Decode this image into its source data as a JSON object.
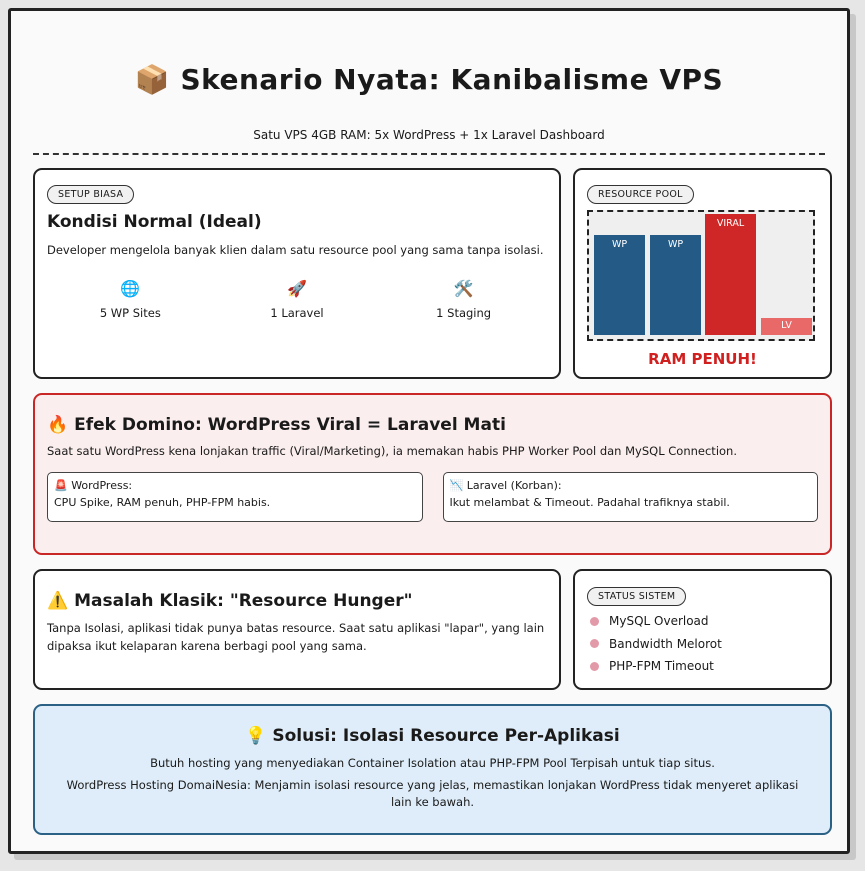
{
  "header": {
    "title_icon": "📦",
    "title": "Skenario Nyata: Kanibalisme VPS",
    "subtitle": "Satu VPS 4GB RAM: 5x WordPress + 1x Laravel Dashboard"
  },
  "normal": {
    "tag": "SETUP BIASA",
    "heading": "Kondisi Normal (Ideal)",
    "description": "Developer mengelola banyak klien dalam satu resource pool yang sama tanpa isolasi.",
    "stats": [
      {
        "icon": "🌐",
        "icon_name": "globe-icon",
        "label": "5 WP Sites"
      },
      {
        "icon": "🚀",
        "icon_name": "rocket-icon",
        "label": "1 Laravel"
      },
      {
        "icon": "🛠️",
        "icon_name": "tools-icon",
        "label": "1 Staging"
      }
    ]
  },
  "pool": {
    "tag": "RESOURCE POOL",
    "bars": [
      {
        "label": "WP",
        "level": 0.83,
        "color": "#235b86"
      },
      {
        "label": "WP",
        "level": 0.83,
        "color": "#235b86"
      },
      {
        "label": "VIRAL",
        "level": 1.0,
        "color": "#cf2727"
      },
      {
        "label": "LV",
        "level": 0.14,
        "color": "#e96868"
      }
    ],
    "status": "RAM PENUH!"
  },
  "domino": {
    "icon": "🔥",
    "heading": "Efek Domino: WordPress Viral = Laravel Mati",
    "description": "Saat satu WordPress kena lonjakan traffic (Viral/Marketing), ia memakan habis PHP Worker Pool dan MySQL Connection.",
    "wp": {
      "icon": "🚨",
      "title": "WordPress:",
      "desc": "CPU Spike, RAM penuh, PHP-FPM habis."
    },
    "laravel": {
      "icon": "📉",
      "title": "Laravel (Korban):",
      "desc": "Ikut melambat & Timeout. Padahal trafiknya stabil."
    }
  },
  "hunger": {
    "icon": "⚠️",
    "heading": "Masalah Klasik: \"Resource Hunger\"",
    "description": "Tanpa Isolasi, aplikasi tidak punya batas resource. Saat satu aplikasi \"lapar\", yang lain dipaksa ikut kelaparan karena berbagi pool yang sama."
  },
  "status": {
    "tag": "STATUS SISTEM",
    "items": [
      "MySQL Overload",
      "Bandwidth Melorot",
      "PHP-FPM Timeout"
    ]
  },
  "solution": {
    "icon": "💡",
    "heading": "Solusi: Isolasi Resource Per-Aplikasi",
    "line1": "Butuh hosting yang menyediakan Container Isolation atau PHP-FPM Pool Terpisah untuk tiap situs.",
    "line2": "WordPress Hosting DomaiNesia: Menjamin isolasi resource yang jelas, memastikan lonjakan WordPress tidak menyeret aplikasi lain ke bawah."
  }
}
